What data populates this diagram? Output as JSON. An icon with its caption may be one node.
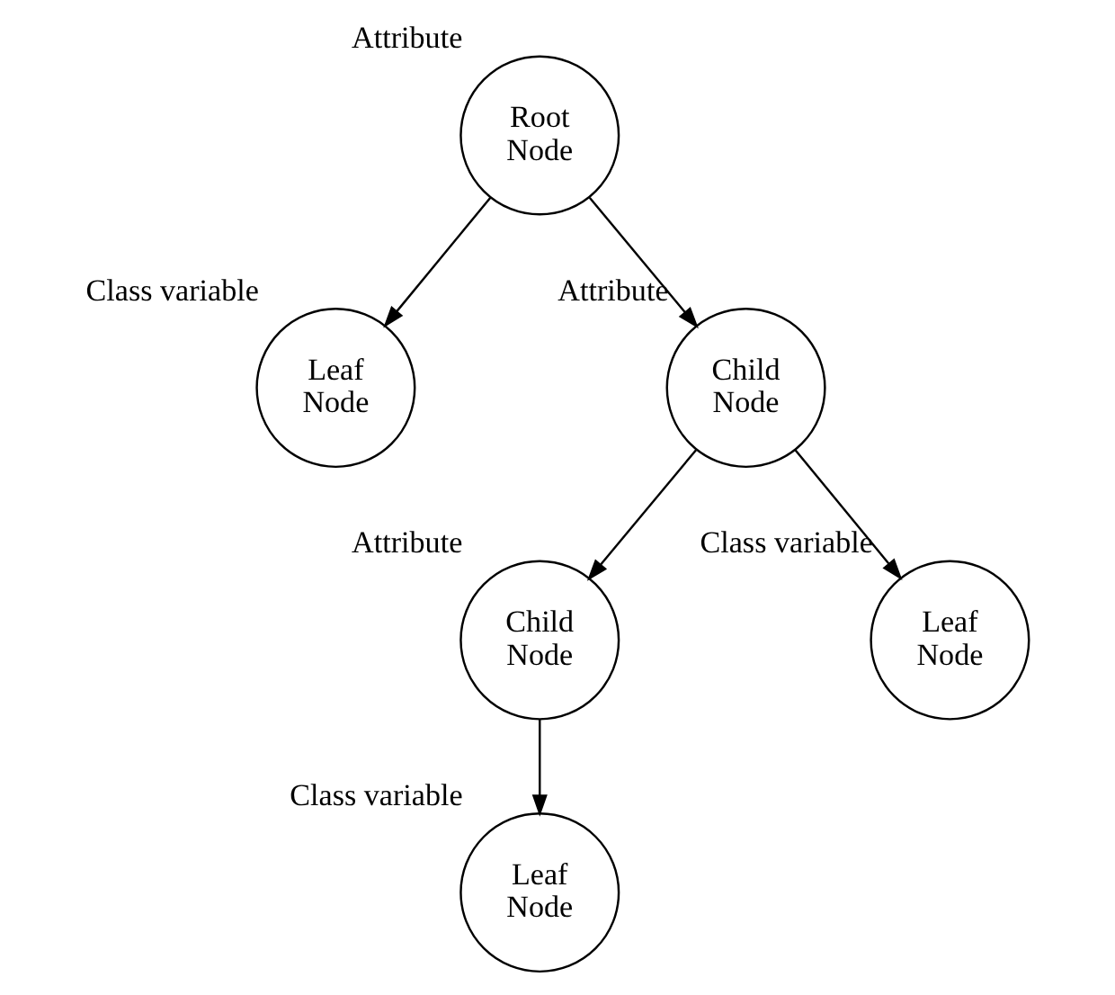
{
  "diagram": {
    "nodes": [
      {
        "text": [
          "Root Node"
        ],
        "beside": [
          "Attribute"
        ]
      },
      {
        "text": [
          "Leaf Node"
        ],
        "beside": [
          "Class variable"
        ]
      },
      {
        "text": [
          "Child Node"
        ],
        "beside": [
          "Attribute"
        ]
      },
      {
        "text": [
          "Child Node"
        ],
        "beside": [
          "Attribute"
        ]
      },
      {
        "text": [
          "Leaf Node"
        ],
        "beside": [
          "Class variable"
        ]
      },
      {
        "text": [
          "Leaf Node"
        ],
        "beside": [
          "Class variable"
        ]
      }
    ],
    "edges": [
      {
        "from": 0,
        "to": 1,
        "arrow": "to"
      },
      {
        "from": 0,
        "to": 2,
        "arrow": "to"
      },
      {
        "from": 2,
        "to": 3,
        "arrow": "to"
      },
      {
        "from": 2,
        "to": 4,
        "arrow": "to"
      },
      {
        "from": 3,
        "to": 5,
        "arrow": "to"
      }
    ]
  }
}
